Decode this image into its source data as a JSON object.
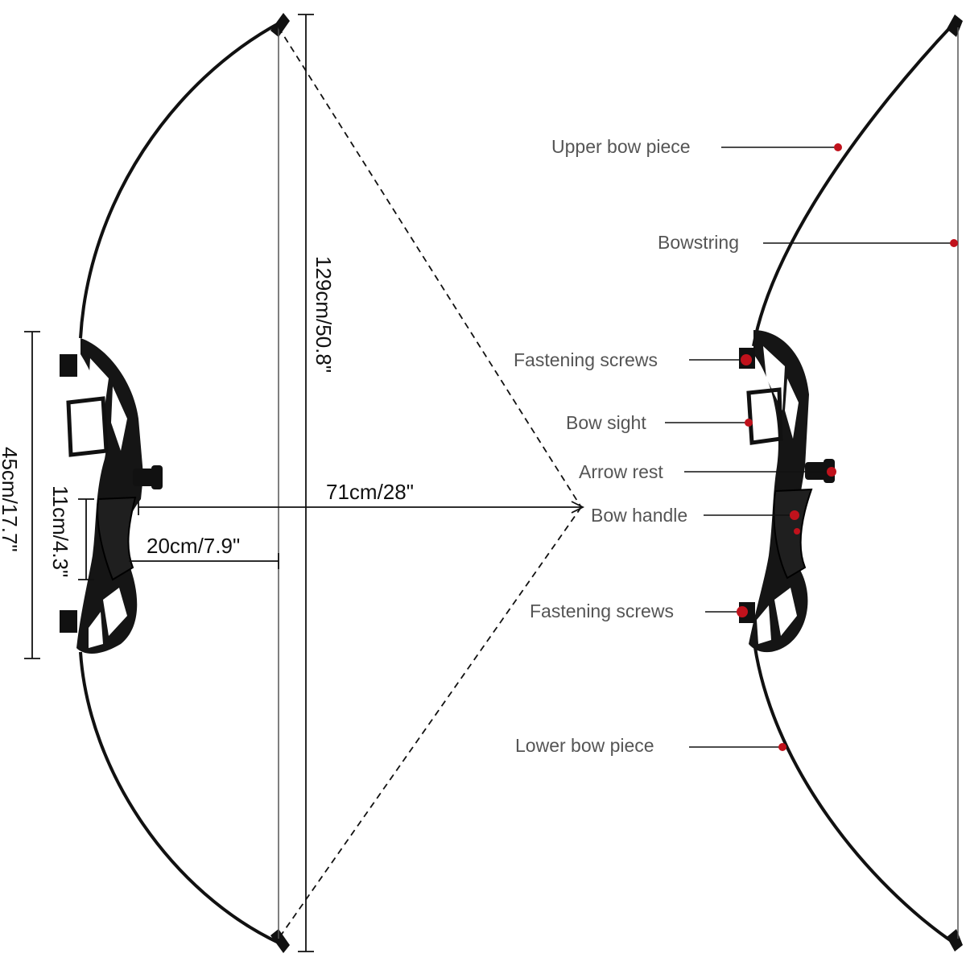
{
  "dimensions": {
    "overall_length": "129cm/50.8\"",
    "draw_length": "71cm/28\"",
    "brace_height": "20cm/7.9\"",
    "riser_length": "45cm/17.7\"",
    "grip_length": "11cm/4.3\""
  },
  "parts": {
    "upper_bow_piece": "Upper bow piece",
    "bowstring": "Bowstring",
    "fastening_screws_top": "Fastening screws",
    "bow_sight": "Bow sight",
    "arrow_rest": "Arrow rest",
    "bow_handle": "Bow handle",
    "fastening_screws_bottom": "Fastening screws",
    "lower_bow_piece": "Lower bow piece"
  },
  "colors": {
    "bow": "#111111",
    "string": "#444444",
    "marker": "#c0121c",
    "label": "#555555"
  }
}
